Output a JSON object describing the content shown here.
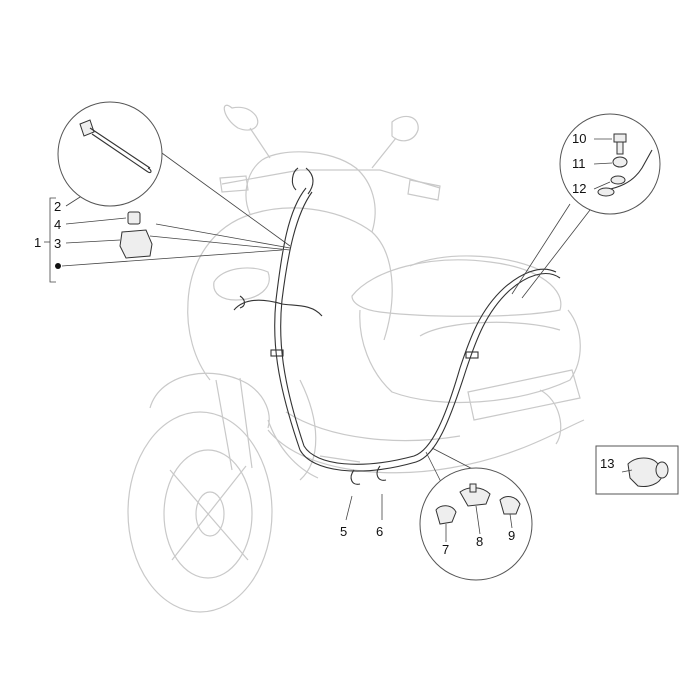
{
  "callouts": [
    {
      "id": "1",
      "text": "1"
    },
    {
      "id": "2",
      "text": "2"
    },
    {
      "id": "3",
      "text": "3"
    },
    {
      "id": "4",
      "text": "4"
    },
    {
      "id": "5",
      "text": "5"
    },
    {
      "id": "6",
      "text": "6"
    },
    {
      "id": "7",
      "text": "7"
    },
    {
      "id": "8",
      "text": "8"
    },
    {
      "id": "9",
      "text": "9"
    },
    {
      "id": "10",
      "text": "10"
    },
    {
      "id": "11",
      "text": "11"
    },
    {
      "id": "12",
      "text": "12"
    },
    {
      "id": "13",
      "text": "13"
    }
  ],
  "colors": {
    "ghost_outline": "#c9c9c9",
    "cable": "#333333",
    "leader": "#444444"
  }
}
